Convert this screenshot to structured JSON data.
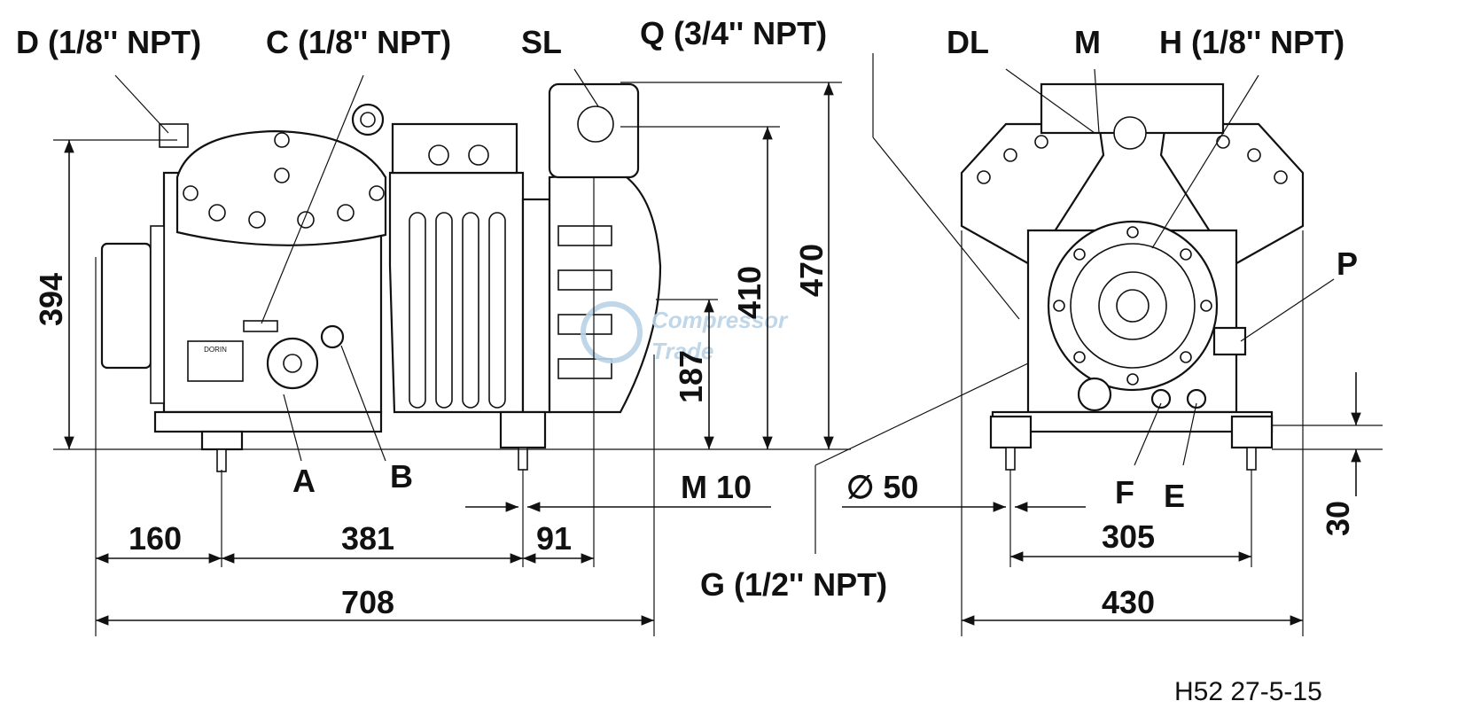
{
  "labels": {
    "d": "D (1/8'' NPT)",
    "c": "C (1/8'' NPT)",
    "sl": "SL",
    "q": "Q (3/4'' NPT)",
    "dl": "DL",
    "m": "M",
    "h": "H (1/8'' NPT)",
    "p": "P",
    "a": "A",
    "b": "B",
    "f": "F",
    "e": "E",
    "g": "G (1/2'' NPT)",
    "m10": "M 10",
    "dia50": "∅  50"
  },
  "dimensions": {
    "h394": "394",
    "h410": "410",
    "h470": "470",
    "h187": "187",
    "w160": "160",
    "w381": "381",
    "w91": "91",
    "w708": "708",
    "w305": "305",
    "w430": "430",
    "h30": "30"
  },
  "branding": {
    "nameplate": "DORIN",
    "watermark_line1": "Compressor",
    "watermark_line2": "Trade"
  },
  "drawing_ref": "H52 27-5-15"
}
